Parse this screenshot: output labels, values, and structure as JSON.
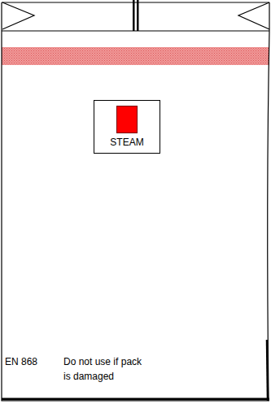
{
  "diagram": {
    "nodes": [
      {
        "text": [
          "EN 868",
          "Do not use if pack is damaged"
        ]
      },
      {
        "text": [
          "STEAM"
        ],
        "in": 0
      }
    ]
  }
}
